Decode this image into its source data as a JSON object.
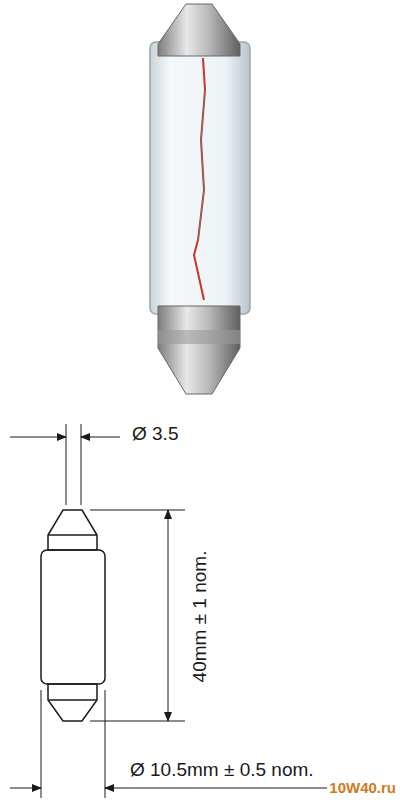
{
  "diagram": {
    "labels": [
      "Ø 3.5",
      "40mm ± 1 nom.",
      "Ø 10.5mm ± 0.5 nom.",
      "10W40.ru"
    ]
  }
}
